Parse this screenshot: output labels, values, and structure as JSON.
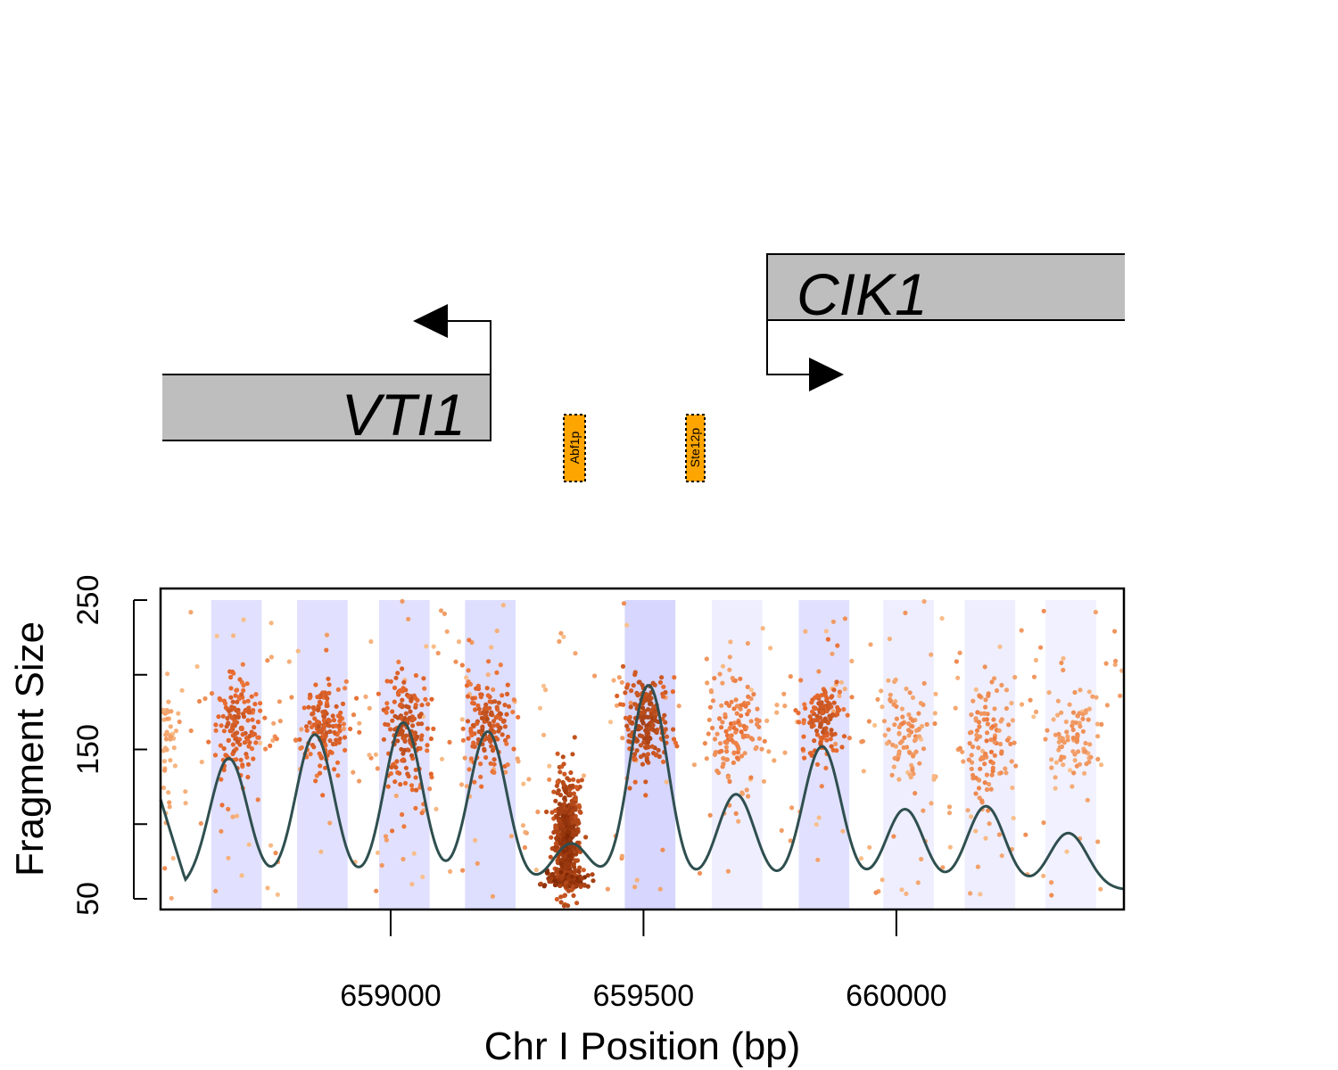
{
  "chart_data": {
    "type": "scatter",
    "title": "",
    "xlabel": "Chr I Position (bp)",
    "ylabel": "Fragment Size",
    "xlim": [
      658545,
      660450
    ],
    "ylim": [
      35,
      250
    ],
    "x_ticks": [
      {
        "value": 659000,
        "label": "659000"
      },
      {
        "value": 659500,
        "label": "659500"
      },
      {
        "value": 660000,
        "label": "660000"
      }
    ],
    "y_ticks": [
      {
        "value": 50,
        "label": "50"
      },
      {
        "value": 100,
        "label": ""
      },
      {
        "value": 150,
        "label": "150"
      },
      {
        "value": 200,
        "label": ""
      },
      {
        "value": 250,
        "label": "250"
      }
    ],
    "grid": false,
    "genes": [
      {
        "name": "VTI1",
        "start": 658545,
        "end": 659198,
        "strand": "-",
        "tss": 659198
      },
      {
        "name": "CIK1",
        "start": 659752,
        "end": 660450,
        "strand": "+",
        "tss": 659752
      }
    ],
    "motifs": [
      {
        "name": "Abf1p",
        "start": 659335,
        "end": 659378,
        "color": "#FFA500"
      },
      {
        "name": "Ste12p",
        "start": 659577,
        "end": 659614,
        "color": "#FFA500"
      }
    ],
    "nucleosome_bands": [
      {
        "center": 658695,
        "width": 100,
        "opacity": 0.55
      },
      {
        "center": 658865,
        "width": 100,
        "opacity": 0.55
      },
      {
        "center": 659027,
        "width": 100,
        "opacity": 0.55
      },
      {
        "center": 659197,
        "width": 100,
        "opacity": 0.6
      },
      {
        "center": 659513,
        "width": 100,
        "opacity": 0.75
      },
      {
        "center": 659685,
        "width": 100,
        "opacity": 0.3
      },
      {
        "center": 659857,
        "width": 100,
        "opacity": 0.55
      },
      {
        "center": 660024,
        "width": 100,
        "opacity": 0.3
      },
      {
        "center": 660185,
        "width": 100,
        "opacity": 0.3
      },
      {
        "center": 660345,
        "width": 100,
        "opacity": 0.25
      }
    ],
    "clusters": [
      {
        "x": 658548,
        "y": 157,
        "sx": 18,
        "sy": 20,
        "n": 55,
        "intensity": 0.25
      },
      {
        "x": 658693,
        "y": 164,
        "sx": 25,
        "sy": 18,
        "n": 150,
        "intensity": 0.65
      },
      {
        "x": 658866,
        "y": 166,
        "sx": 26,
        "sy": 16,
        "n": 150,
        "intensity": 0.65
      },
      {
        "x": 659030,
        "y": 163,
        "sx": 24,
        "sy": 20,
        "n": 170,
        "intensity": 0.72
      },
      {
        "x": 659192,
        "y": 167,
        "sx": 24,
        "sy": 16,
        "n": 150,
        "intensity": 0.7
      },
      {
        "x": 659348,
        "y": 90,
        "sx": 12,
        "sy": 20,
        "n": 520,
        "intensity": 1.0
      },
      {
        "x": 659506,
        "y": 167,
        "sx": 22,
        "sy": 18,
        "n": 190,
        "intensity": 0.82
      },
      {
        "x": 659680,
        "y": 163,
        "sx": 26,
        "sy": 20,
        "n": 120,
        "intensity": 0.45
      },
      {
        "x": 659857,
        "y": 170,
        "sx": 22,
        "sy": 15,
        "n": 130,
        "intensity": 0.68
      },
      {
        "x": 660017,
        "y": 161,
        "sx": 24,
        "sy": 15,
        "n": 80,
        "intensity": 0.35
      },
      {
        "x": 660180,
        "y": 153,
        "sx": 26,
        "sy": 24,
        "n": 110,
        "intensity": 0.4
      },
      {
        "x": 660347,
        "y": 160,
        "sx": 24,
        "sy": 17,
        "n": 80,
        "intensity": 0.32
      }
    ],
    "background_points": 320,
    "occupancy_curve": {
      "color": "#2F4F4F",
      "baseline": 56,
      "peaks": [
        {
          "x": 658680,
          "height": 144
        },
        {
          "x": 658850,
          "height": 160
        },
        {
          "x": 659025,
          "height": 168
        },
        {
          "x": 659192,
          "height": 162
        },
        {
          "x": 659357,
          "height": 87
        },
        {
          "x": 659510,
          "height": 193
        },
        {
          "x": 659683,
          "height": 120
        },
        {
          "x": 659853,
          "height": 152
        },
        {
          "x": 660017,
          "height": 110
        },
        {
          "x": 660177,
          "height": 112
        },
        {
          "x": 660340,
          "height": 94
        }
      ]
    }
  },
  "colors": {
    "band": "#C8C8FF",
    "gene_fill": "#BEBEBE",
    "point_light": "#FDD9A8",
    "point_mid": "#E86A2E",
    "point_dark": "#7F2704"
  }
}
